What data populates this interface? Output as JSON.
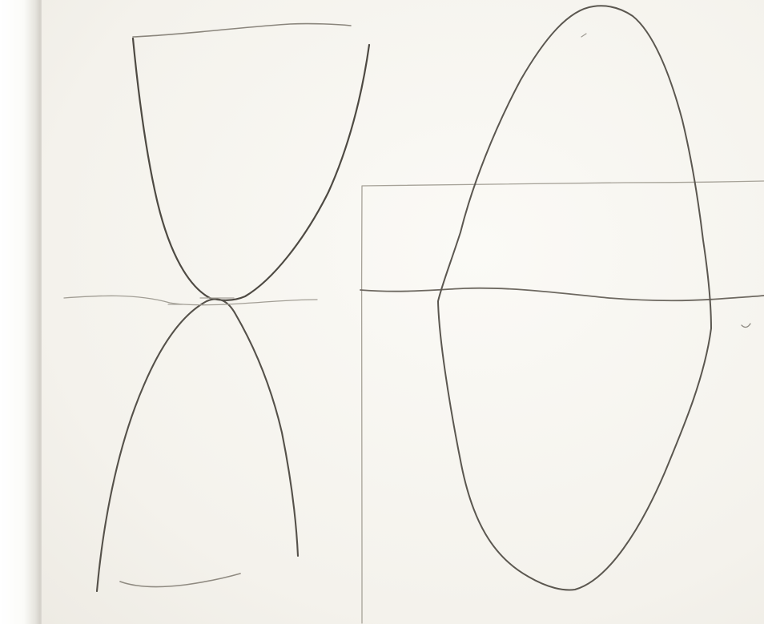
{
  "sheet": {
    "description_kind": "pencil sketch on paper",
    "colors": {
      "paper": "#f6f5f1",
      "pencil_dark": "#555048",
      "pencil_light": "#9c9890"
    }
  },
  "figures": [
    {
      "name": "hourglass-figure",
      "parts": [
        "upper-curve",
        "lower-curve",
        "top-edge",
        "bottom-edge",
        "crossing-line"
      ]
    },
    {
      "name": "ellipse-figure",
      "parts": [
        "closed-ellipse",
        "rectangle",
        "horizontal-line"
      ]
    }
  ]
}
